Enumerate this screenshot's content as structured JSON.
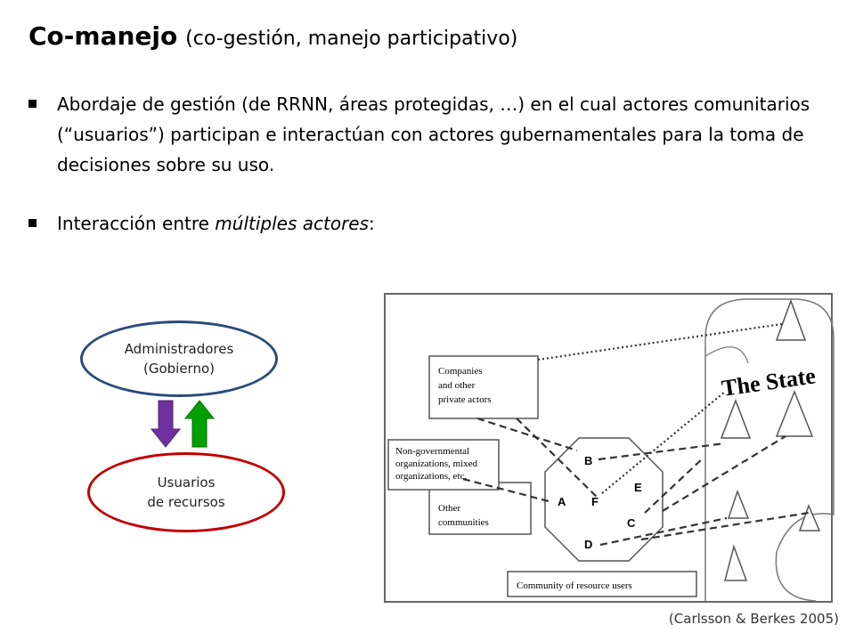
{
  "title": {
    "main": "Co-manejo",
    "sub": "(co-gestión, manejo participativo)"
  },
  "bullets": {
    "item1": "Abordaje de gestión (de RRNN, áreas protegidas, …) en el cual actores comunitarios (“usuarios”) participan e interactúan con actores gubernamentales para la toma de decisiones sobre su uso.",
    "item2_text": "Interacción entre ",
    "item2_emph": "múltiples actores",
    "item2_tail": ":"
  },
  "diagram": {
    "gov_line1": "Administradores",
    "gov_line2": "(Gobierno)",
    "users_line1": "Usuarios",
    "users_line2": "de recursos",
    "colors": {
      "gov_border": "#2a4b7c",
      "users_border": "#c00000",
      "down_arrow": "#7030a0",
      "up_arrow": "#00a000"
    }
  },
  "figure": {
    "state_label": "The State",
    "companies": [
      "Companies",
      "and other",
      "private actors"
    ],
    "ngo": [
      "Non-governmental",
      "organizations, mixed",
      "organizations, etc."
    ],
    "other": [
      "Other",
      "communities"
    ],
    "community": "Community of resource users",
    "letters": {
      "a": "A",
      "b": "B",
      "c": "C",
      "d": "D",
      "e": "E",
      "f": "F"
    }
  },
  "citation": "(Carlsson & Berkes 2005)"
}
